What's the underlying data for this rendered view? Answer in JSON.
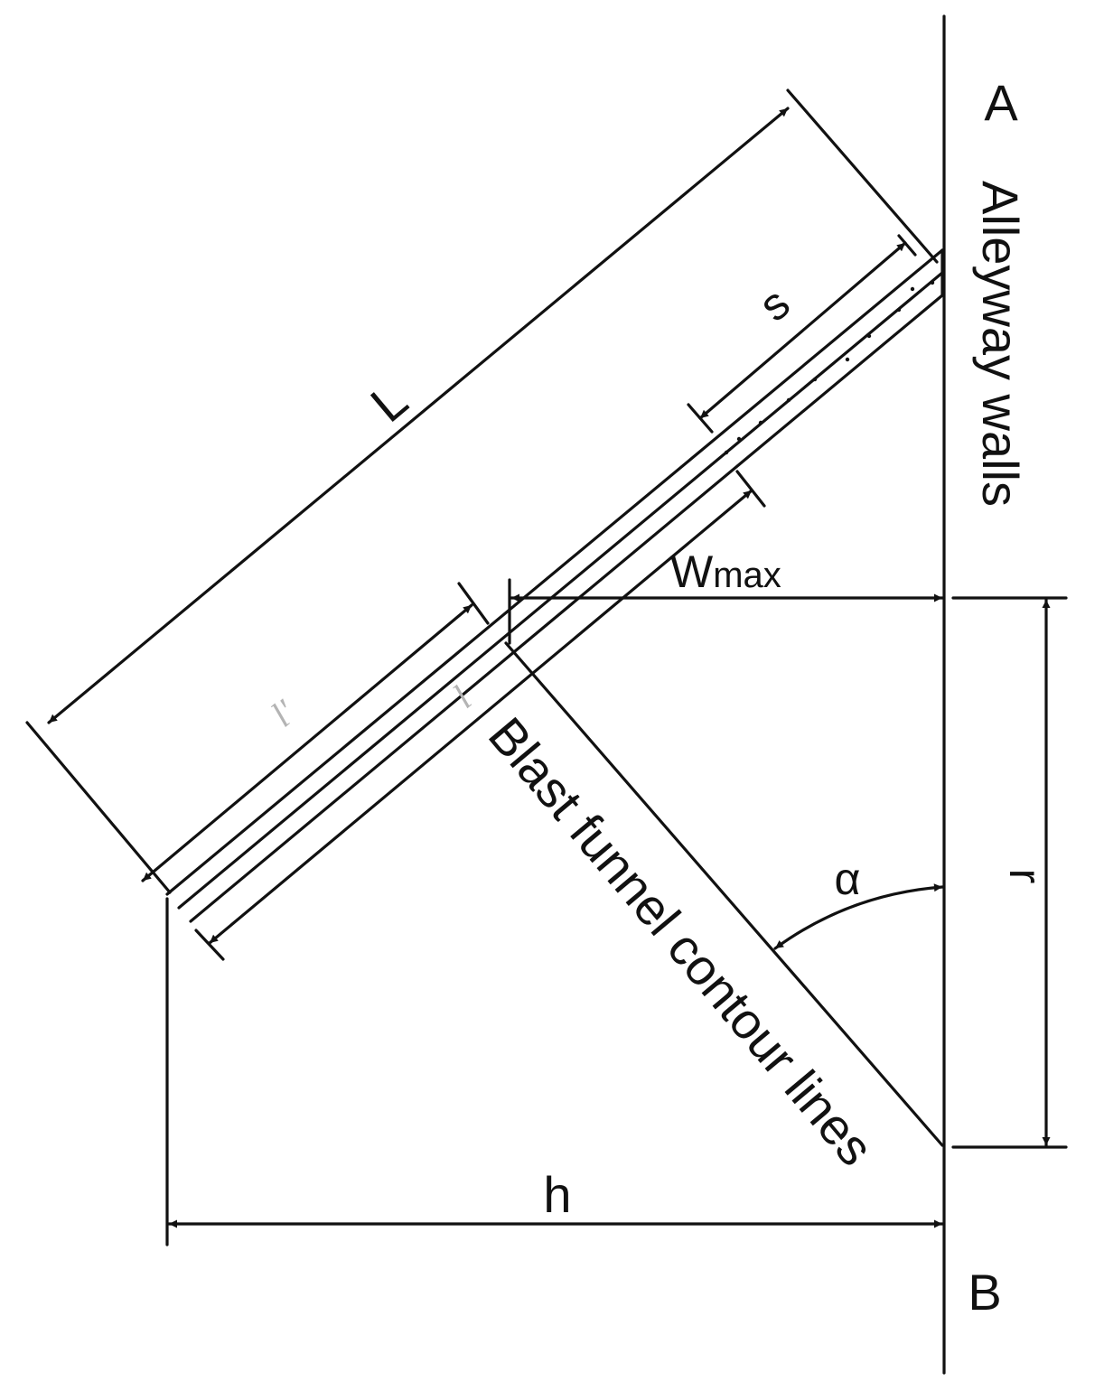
{
  "labels": {
    "point_a": "A",
    "point_b": "B",
    "alleyway_walls": "Alleyway walls",
    "blast_funnel": "Blast funnel contour lines",
    "length_L": "L",
    "length_s": "s",
    "w_max_w": "W",
    "w_max_sub": "max",
    "angle_alpha": "α",
    "dim_h": "h",
    "dim_r": "r",
    "len_l_prime": "l′",
    "len_l": "l"
  },
  "colors": {
    "stroke": "#111111",
    "faint_text": "#b4b4b4",
    "background": "#ffffff"
  }
}
